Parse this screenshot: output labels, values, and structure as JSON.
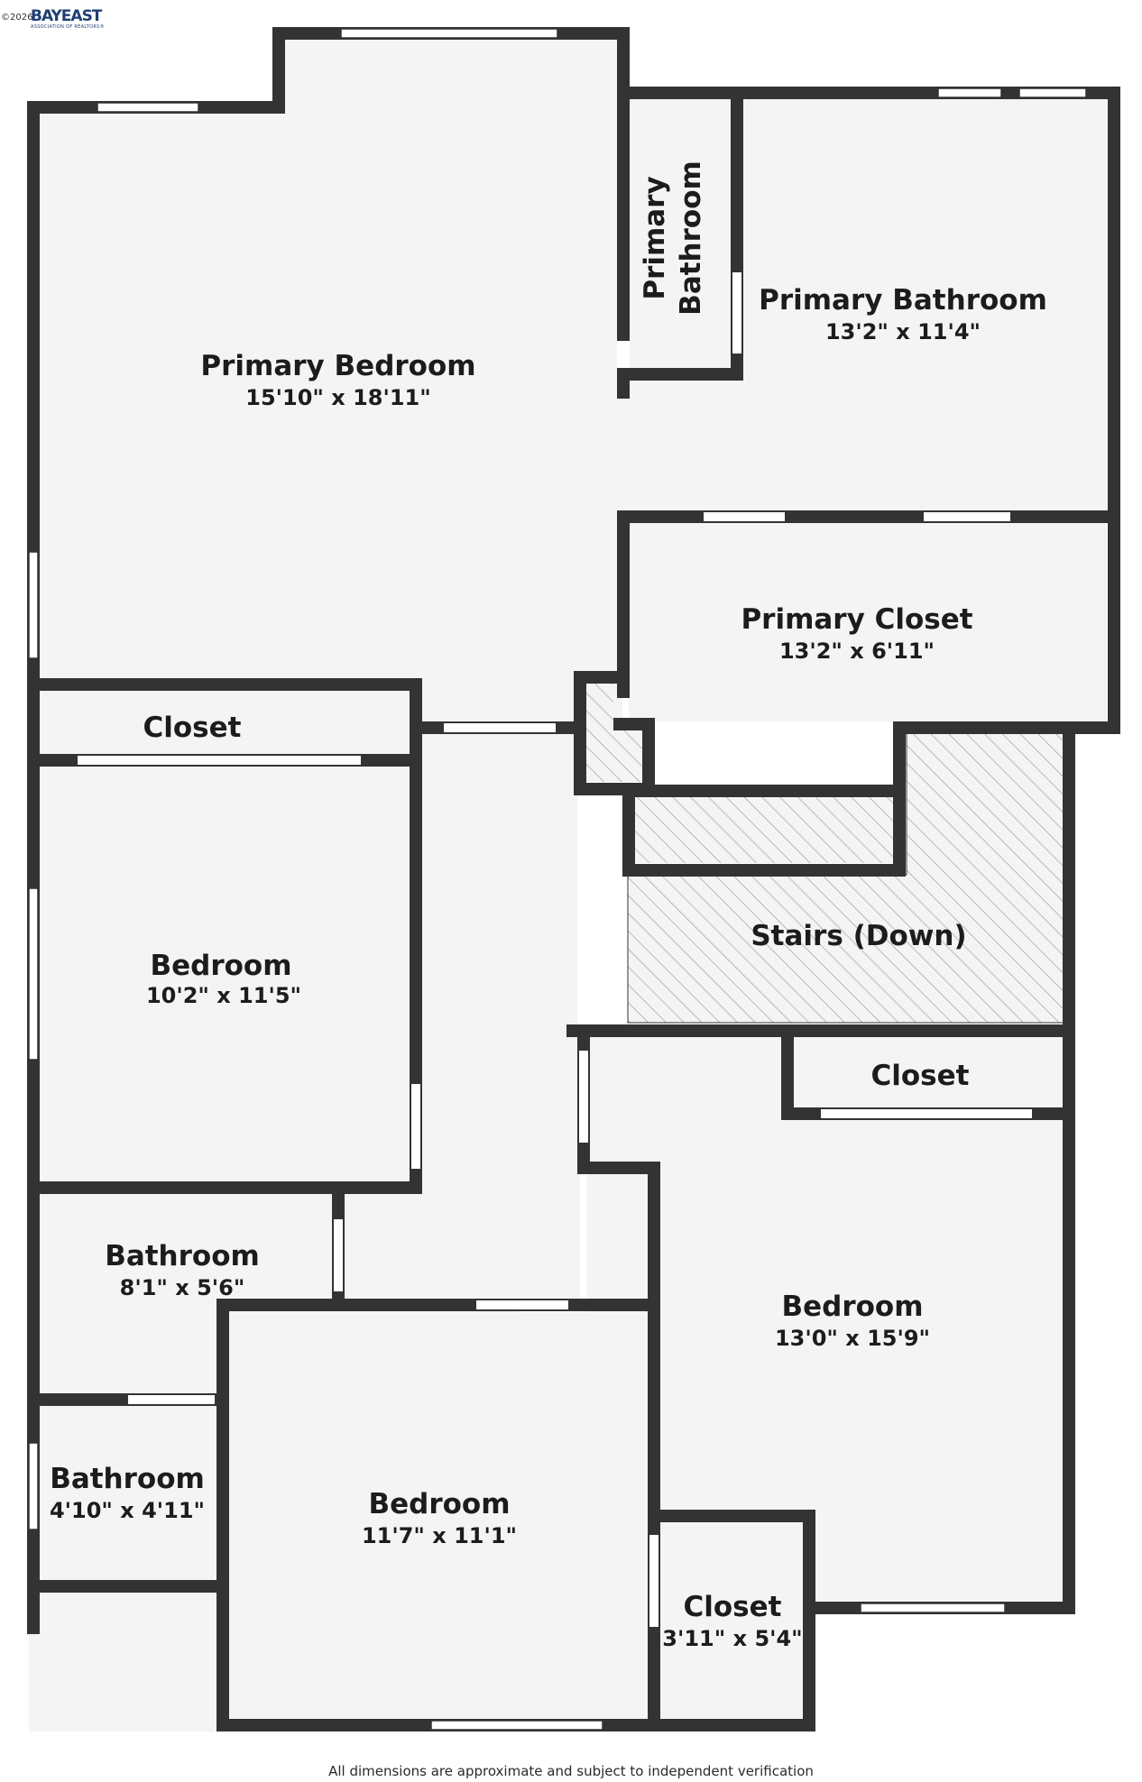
{
  "branding": {
    "copyright": "©2026",
    "logo": "BAYEAST",
    "logo_sub": "ASSOCIATION OF REALTORS®",
    "brand_color": "#1f3e73"
  },
  "rooms": {
    "primary_bedroom": {
      "name": "Primary Bedroom",
      "dims": "15'10\" x 18'11\""
    },
    "primary_bathroom_small": {
      "name_line1": "Primary",
      "name_line2": "Bathroom"
    },
    "primary_bathroom": {
      "name": "Primary Bathroom",
      "dims": "13'2\" x 11'4\""
    },
    "primary_closet": {
      "name": "Primary Closet",
      "dims": "13'2\" x 6'11\""
    },
    "closet_top_left": {
      "name": "Closet"
    },
    "bedroom_left": {
      "name": "Bedroom",
      "dims": "10'2\" x 11'5\""
    },
    "stairs": {
      "name": "Stairs (Down)"
    },
    "closet_right": {
      "name": "Closet"
    },
    "bathroom_1": {
      "name": "Bathroom",
      "dims": "8'1\" x 5'6\""
    },
    "bedroom_right": {
      "name": "Bedroom",
      "dims": "13'0\" x 15'9\""
    },
    "bathroom_2": {
      "name": "Bathroom",
      "dims": "4'10\" x 4'11\""
    },
    "bedroom_bottom": {
      "name": "Bedroom",
      "dims": "11'7\" x 11'1\""
    },
    "closet_bottom": {
      "name": "Closet",
      "dims": "3'11\" x 5'4\""
    }
  },
  "footer": {
    "disclaimer": "All dimensions are approximate and subject to independent verification"
  },
  "colors": {
    "wall": "#333333",
    "floor": "#f4f4f4",
    "hatch": "#9a9a9a"
  }
}
